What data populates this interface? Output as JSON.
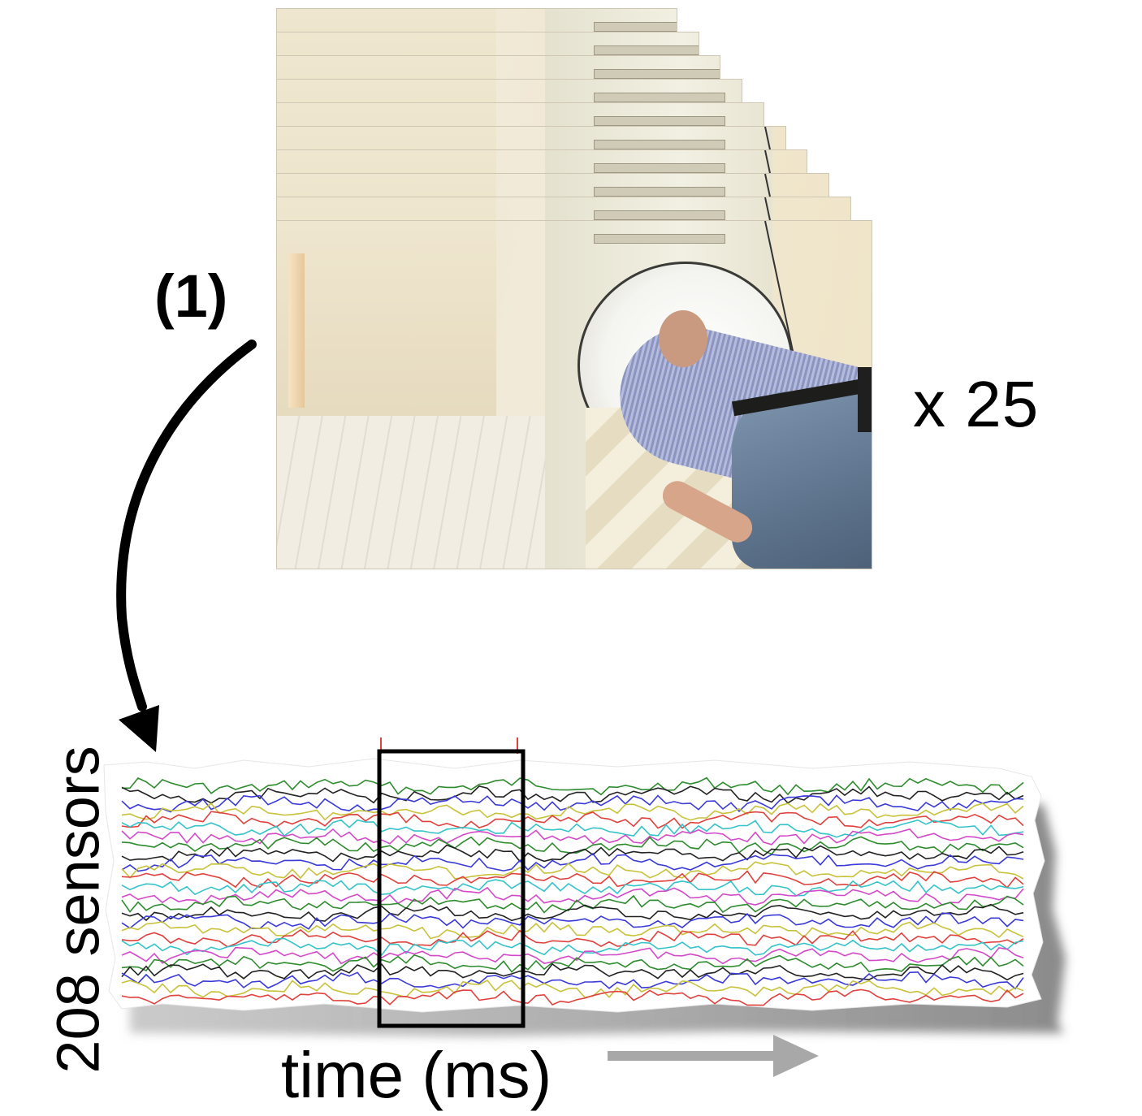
{
  "repeat_label": "x 25",
  "step_label": "(1)",
  "sensor_axis_label": "208 sensors",
  "time_axis_label": "time (ms)",
  "photo": {
    "subject": "person lying in MEG scanner",
    "stack_count_shown": 10
  },
  "signals": {
    "trace_count": 26,
    "trace_colors": [
      "#2e8b2e",
      "#222222",
      "#3a3ad8",
      "#c8c23a",
      "#e0413d",
      "#34c3c9",
      "#d34ac9"
    ]
  },
  "colors": {
    "arrow": "#000000",
    "time_arrow": "#a8a8a8",
    "window_box": "#000000",
    "marker": "#e0413d"
  },
  "icons": {
    "curved_arrow": "curved-arrow-icon",
    "time_arrow": "right-arrow-icon"
  }
}
